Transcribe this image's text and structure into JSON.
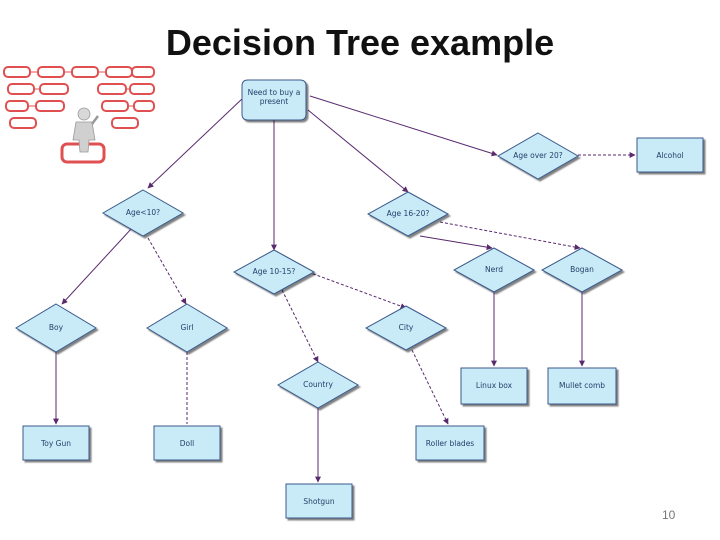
{
  "slide": {
    "title": "Decision Tree example",
    "page_number": "10"
  },
  "diagram": {
    "nodes": {
      "root": "Need to buy a present",
      "age_over_20": "Age over 20?",
      "alcohol": "Alcohol",
      "age_lt_10": "Age<10?",
      "age_16_20": "Age 16-20?",
      "age_10_15": "Age 10-15?",
      "nerd": "Nerd",
      "bogan": "Bogan",
      "boy": "Boy",
      "girl": "Girl",
      "city": "City",
      "country": "Country",
      "linux_box": "Linux box",
      "mullet_comb": "Mullet comb",
      "toy_gun": "Toy Gun",
      "doll": "Doll",
      "roller_blades": "Roller blades",
      "shotgun": "Shotgun"
    }
  },
  "colors": {
    "node_fill": "#c9ebf8",
    "node_stroke": "#3a5a8a",
    "edge": "#5a2a6e"
  },
  "icons": {
    "clipart": "person-at-crossroads-icon"
  }
}
